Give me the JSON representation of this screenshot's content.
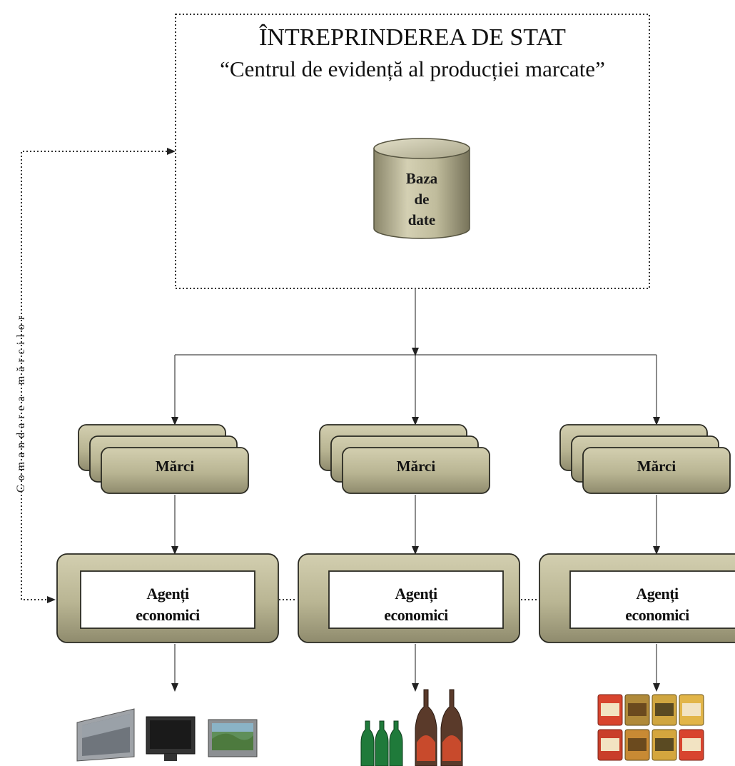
{
  "institution": {
    "name": "ÎNTREPRINDEREA DE STAT",
    "subtitle": "“Centrul de evidență al producției marcate”"
  },
  "database": {
    "line1": "Baza",
    "line2": "de",
    "line3": "date"
  },
  "side_label": "Comandarea mărcilor",
  "marks": [
    {
      "label": "Mărci"
    },
    {
      "label": "Mărci"
    },
    {
      "label": "Mărci"
    }
  ],
  "agents": [
    {
      "line1": "Agenți",
      "line2": "economici"
    },
    {
      "line1": "Agenți",
      "line2": "economici"
    },
    {
      "line1": "Agenți",
      "line2": "economici"
    }
  ],
  "products": [
    {
      "icon": "tv-screens-icon"
    },
    {
      "icon": "bottles-icon"
    },
    {
      "icon": "food-cans-icon"
    }
  ],
  "colors": {
    "box_fill": "#bab695",
    "box_fill_dark": "#8e8a6c",
    "line": "#666666",
    "arrow": "#222222"
  }
}
